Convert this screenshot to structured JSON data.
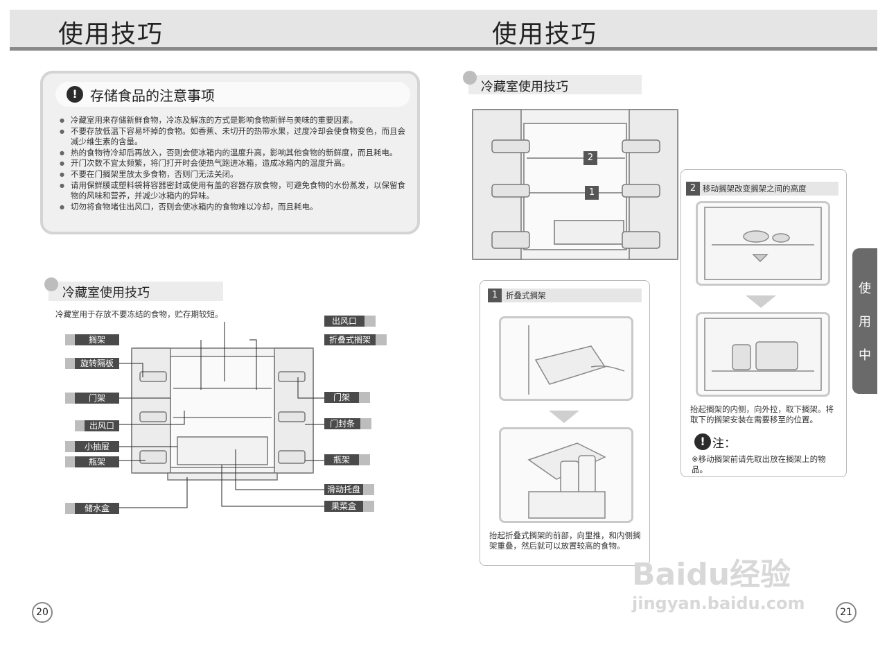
{
  "header": {
    "left_title": "使用技巧",
    "right_title": "使用技巧"
  },
  "notice": {
    "title": "存储食品的注意事项",
    "items": [
      "冷藏室用来存储新鲜食物，冷冻及解冻的方式是影响食物新鲜与美味的重要因素。",
      "不要存放低温下容易坏掉的食物。如香蕉、未切开的热带水果，过度冷却会使食物变色，而且会减少维生素的含量。",
      "热的食物待冷却后再放入，否则会使冰箱内的温度升高，影响其他食物的新鲜度，而且耗电。",
      "开门次数不宜太频繁，将门打开时会使热气跑进冰箱，造成冰箱内的温度升高。",
      "不要在门搁架里放太多食物，否则门无法关闭。",
      "请用保鲜膜或塑料袋将容器密封或使用有盖的容器存放食物，可避免食物的水份蒸发，以保留食物的风味和营养，并减少冰箱内的异味。",
      "切勿将食物堵住出风口，否则会使冰箱内的食物难以冷却，而且耗电。"
    ]
  },
  "left_section": {
    "title": "冷藏室使用技巧",
    "desc": "冷藏室用于存放不要冻结的食物，贮存期较短。",
    "labels": {
      "top_vent": "出风口",
      "shelf": "搁架",
      "folding_shelf": "折叠式搁架",
      "rotating_partition": "旋转隔板",
      "door_rack_left": "门架",
      "door_rack_right": "门架",
      "vent_left": "出风口",
      "door_seal": "门封条",
      "small_drawer": "小抽屉",
      "bottle_rack_left": "瓶架",
      "bottle_rack_right": "瓶架",
      "sliding_tray": "滑动托盘",
      "water_box": "储水盒",
      "fruit_veg_box": "果菜盒"
    }
  },
  "right_section": {
    "title": "冷藏室使用技巧",
    "fridge_num_1": "1",
    "fridge_num_2": "2",
    "card1": {
      "num": "1",
      "title": "折叠式搁架",
      "desc": "抬起折叠式搁架的前部，向里推，和内侧搁架重叠，然后就可以放置较高的食物。"
    },
    "card2": {
      "num": "2",
      "title": "移动搁架改变搁架之间的高度",
      "desc": "抬起搁架的内侧，向外拉，取下搁架。将取下的搁架安装在需要移至的位置。",
      "note_title": "注：",
      "note_text": "※移动搁架前请先取出放在搁架上的物品。"
    }
  },
  "side_tab": [
    "使",
    "用",
    "中"
  ],
  "page_numbers": {
    "left": "20",
    "right": "21"
  },
  "watermark": {
    "brand": "Baidu经验",
    "url": "jingyan.baidu.com"
  }
}
